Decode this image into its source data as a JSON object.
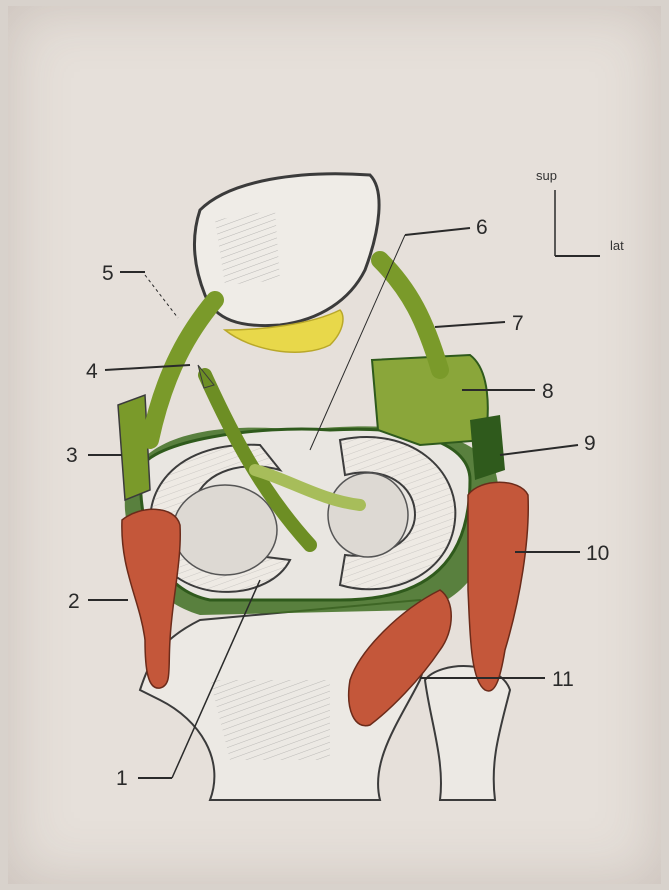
{
  "labels": {
    "l1": "1",
    "l2": "2",
    "l3": "3",
    "l4": "4",
    "l5": "5",
    "l6": "6",
    "l7": "7",
    "l8": "8",
    "l9": "9",
    "l10": "10",
    "l11": "11"
  },
  "orientation": {
    "sup": "sup",
    "lat": "lat"
  },
  "colors": {
    "ligament_green": "#7a9a2a",
    "dark_green": "#2f5a1c",
    "muscle_red": "#c4573a",
    "bone_outline": "#3b3b3b",
    "fat_yellow": "#e8d84a",
    "meniscus_fill": "#e9e6e1"
  }
}
